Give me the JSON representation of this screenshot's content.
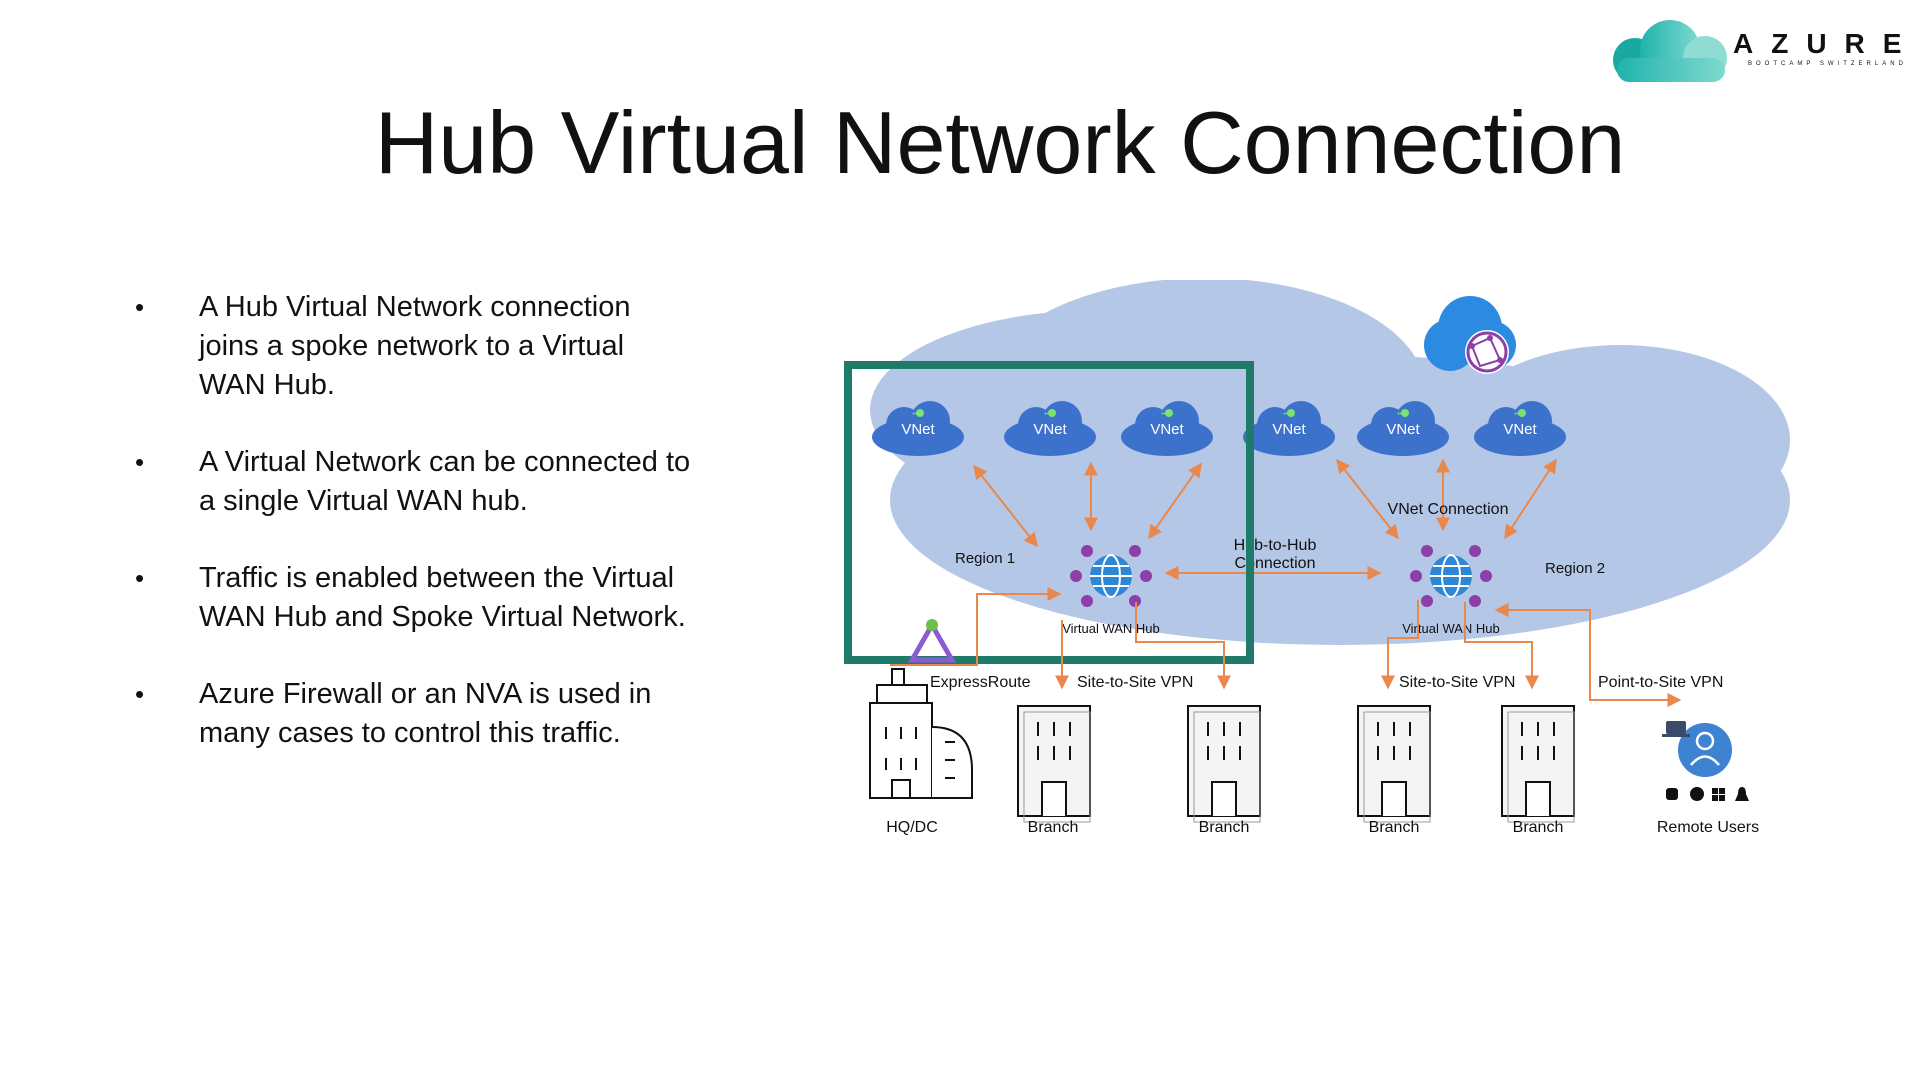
{
  "slide": {
    "title": "Hub Virtual Network Connection",
    "logo": {
      "word": "AZURE",
      "subtitle": "BOOTCAMP SWITZERLAND"
    },
    "bullets": [
      "A Hub Virtual Network connection joins a spoke network to a Virtual WAN Hub.",
      "A Virtual Network can be connected to a single Virtual WAN hub.",
      "Traffic is enabled between the Virtual WAN Hub and Spoke Virtual Network.",
      "Azure Firewall or an NVA is used in many cases to control this traffic."
    ]
  },
  "diagram": {
    "vnets": [
      "VNet",
      "VNet",
      "VNet",
      "VNet",
      "VNet",
      "VNet"
    ],
    "region1": "Region 1",
    "region2": "Region 2",
    "hub_left": "Virtual WAN Hub",
    "hub_right": "Virtual WAN Hub",
    "hub_to_hub_line1": "Hub-to-Hub",
    "hub_to_hub_line2": "Connection",
    "vnet_connection": "VNet Connection",
    "expressroute": "ExpressRoute",
    "s2s_left": "Site-to-Site VPN",
    "s2s_right": "Site-to-Site VPN",
    "p2s": "Point-to-Site VPN",
    "sites": [
      "HQ/DC",
      "Branch",
      "Branch",
      "Branch",
      "Branch",
      "Remote Users"
    ],
    "colors": {
      "cloud": "#b4c7e7",
      "vnet_cloud": "#3d72cc",
      "arrow": "#e9884a",
      "highlight_box": "#207a6a",
      "hub_dots": "#8c3fa8",
      "hub_globe": "#2e86d6"
    }
  }
}
